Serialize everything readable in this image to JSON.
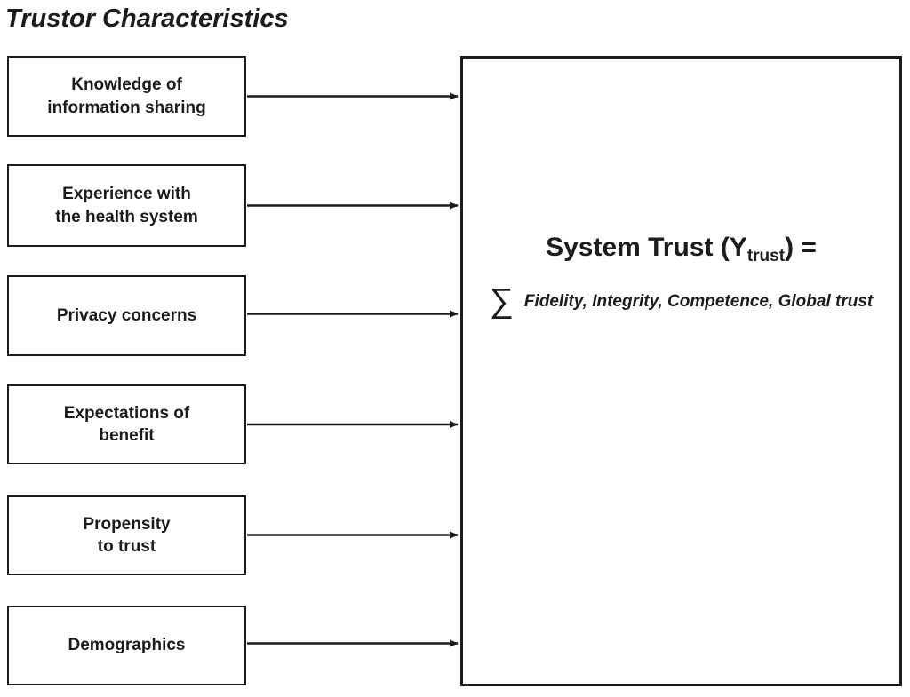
{
  "title": "Trustor Characteristics",
  "boxes": [
    {
      "label": "Knowledge of\ninformation sharing"
    },
    {
      "label": "Experience with\nthe health system"
    },
    {
      "label": "Privacy concerns"
    },
    {
      "label": "Expectations of\nbenefit"
    },
    {
      "label": "Propensity\nto trust"
    },
    {
      "label": "Demographics"
    }
  ],
  "result_box": {
    "heading_prefix": "System Trust (Y",
    "heading_sub": "trust",
    "heading_suffix": ") =",
    "sigma": "∑",
    "sum_terms": "Fidelity, Integrity, Competence, Global trust"
  },
  "colors": {
    "line": "#1c1c1c",
    "text": "#1c1c1c",
    "background": "#ffffff"
  }
}
